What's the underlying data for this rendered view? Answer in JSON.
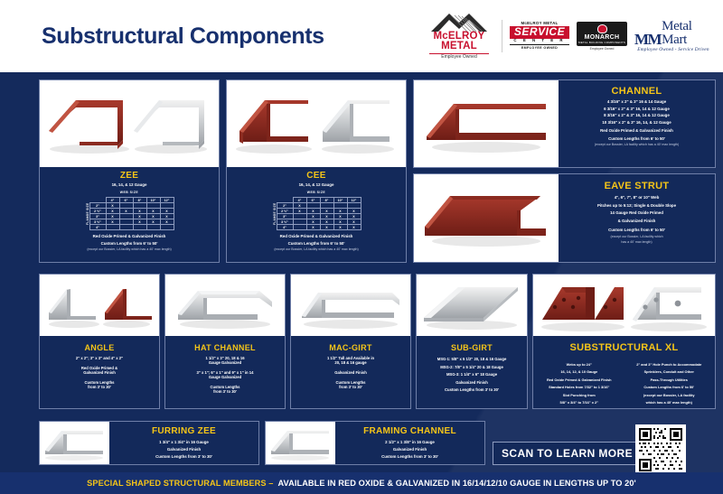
{
  "header": {
    "title": "Substructural Components",
    "logos": {
      "mcelroy": {
        "name1": "McELROY",
        "name2": "METAL",
        "sub": "Employee Owned"
      },
      "service": {
        "top": "McELROY METAL",
        "band": "SERVICE",
        "mid": "C E N T E R",
        "bottom": "EMPLOYEE OWNED"
      },
      "monarch": {
        "name": "MONARCH",
        "tagline": "METAL BUILDING COMPONENTS",
        "sub": "Employee Owned"
      },
      "metalmart": {
        "mono": "MM",
        "name": "Metal Mart",
        "tagline": "Employee Owned  -  Service Driven"
      }
    }
  },
  "products": {
    "zee": {
      "title": "ZEE",
      "gauge": "16, 14, & 12 Gauge",
      "web_size_label": "WEB SIZE",
      "flange_size_label": "FLANGE SIZE",
      "web_headers": [
        "4\"",
        "6\"",
        "8\"",
        "10\"",
        "12\""
      ],
      "flange_rows": [
        "2\"",
        "2 ½\"",
        "3\"",
        "3 ½\"",
        "4\""
      ],
      "matrix": [
        [
          "X",
          "",
          "",
          "",
          ""
        ],
        [
          "X",
          "X",
          "X",
          "X",
          "X"
        ],
        [
          "X",
          "",
          "X",
          "X",
          "X"
        ],
        [
          "X",
          "",
          "X",
          "X",
          "X"
        ],
        [
          "",
          "",
          "",
          "",
          ""
        ]
      ],
      "finish": "Red Oxide Primed & Galvanized Finish",
      "lengths": "Custom Lengths from 6' to 50'",
      "note": "(except our Bossier, LA facility which has a 40' max length)"
    },
    "cee": {
      "title": "CEE",
      "gauge": "16, 14, & 12 Gauge",
      "web_size_label": "WEB SIZE",
      "flange_size_label": "FLANGE SIZE",
      "web_headers": [
        "4\"",
        "6\"",
        "8\"",
        "10\"",
        "12\""
      ],
      "flange_rows": [
        "2\"",
        "2 ½\"",
        "3\"",
        "3 ½\"",
        "4\""
      ],
      "matrix": [
        [
          "X",
          "",
          "",
          "",
          ""
        ],
        [
          "X",
          "X",
          "X",
          "X",
          "X"
        ],
        [
          "",
          "X",
          "X",
          "X",
          "X"
        ],
        [
          "",
          "X",
          "X",
          "X",
          "X"
        ],
        [
          "",
          "X",
          "X",
          "X",
          "X"
        ]
      ],
      "finish": "Red Oxide Primed & Galvanized Finish",
      "lengths": "Custom Lengths from 6' to 50'",
      "note": "(except our Bossier, LA facility which has a 40' max length)"
    },
    "channel": {
      "title": "CHANNEL",
      "specs": [
        "4 3/16\" x 2\" & 3\" 16 & 14 Gauge",
        "6 3/16\" x 2\" & 3\" 16, 14 & 12 Gauge",
        "8 3/16\" x 2\" & 3\" 16, 14 & 12 Gauge",
        "10 3/16\" x 2\" & 3\" 16, 14, & 12 Gauge"
      ],
      "finish": "Red Oxide Primed & Galvanized Finish",
      "lengths": "Custom Lengths from 6' to 50'",
      "note": "(except our Bossier, LA facility which has a 40' max length)"
    },
    "eave_strut": {
      "title": "EAVE STRUT",
      "specs": [
        "4\", 6\", 7\", 8\" or 10\" Web",
        "Pitches up to 5:12; Single & Double Slope",
        "14 Gauge Red Oxide Primed",
        "&  Galvanized Finish"
      ],
      "lengths": "Custom Lengths from 6' to 50'",
      "note1": "(except our Bossier, LA facility which",
      "note2": "has a 40' max length)"
    },
    "angle": {
      "title": "ANGLE",
      "specs": [
        "2\" x 2\"; 3\" x 3\" and 4\" x 2\""
      ],
      "finish1": "Red Oxide Primed &",
      "finish2": "Galvanized Finish",
      "lengths1": "Custom Lengths",
      "lengths2": "from 3' to 30'"
    },
    "hat_channel": {
      "title": "HAT CHANNEL",
      "spec1a": "1 1/2\" x 3\" 20, 18 & 16",
      "spec1b": "Gauge Galvanized",
      "spec2a": "3\" x 1\"; 6\" x 1\" and 9\" x 1\" in 14",
      "spec2b": "Gauge Galvanized",
      "lengths1": "Custom Lengths",
      "lengths2": "from 3' to 30'"
    },
    "mac_girt": {
      "title": "MAC-GIRT",
      "spec1a": "1 1/2\" Tall and Available in",
      "spec1b": "20, 18 & 16 gauge",
      "finish": "Galvanized Finish",
      "lengths1": "Custom Lengths",
      "lengths2": "from 3' to 30'"
    },
    "sub_girt": {
      "title": "SUB-GIRT",
      "specs": [
        "MSG-1:  5/8\" x 5 1/2\"  20, 18 & 16 Gauge",
        "MSG-2: 7/8\" x 5 1/4\" 20 & 18 Gauge",
        "MSG-3: 1 1/4\" x 6\" 18 Gauge",
        "Galvanized Finish",
        "Custom Lengths from 3' to 30'"
      ]
    },
    "substructural_xl": {
      "title": "SUBSTRUCTURAL XL",
      "left_specs": [
        "Webs up to 24\"",
        "16, 14, 12, & 10 Gauge",
        "Red Oxide Primed & Galvanized Finish",
        "Standard Holes from 7/32\" to 1 3/16\"",
        "Slot Punching from",
        "5/8\" x 3/4\" to 7/16\" x 2\""
      ],
      "right_specs": [
        "2\" and 3\" Hole Punch to Accommodate",
        "Sprinklers, Conduit and Other",
        "Pass-Through Utilities",
        "Custom Lengths from 6' to 50'",
        "(except our Bossier, LA facility",
        "which has a 40' max length)"
      ]
    },
    "furring_zee": {
      "title": "FURRING ZEE",
      "spec": "1 3/4\" x 1 3/4\" in 16 Gauge",
      "finish": "Galvanized Finish",
      "lengths": "Custom Lengths from 3' to 30'"
    },
    "framing_channel": {
      "title": "FRAMING CHANNEL",
      "spec": "2 1/2\" x 1 3/8\" in 16 Gauge",
      "finish": "Galvanized Finish",
      "lengths": "Custom Lengths from 3' to 30'"
    }
  },
  "scan": {
    "label": "SCAN TO LEARN MORE",
    "qr_alt": "qr-code"
  },
  "banner": {
    "highlight": "SPECIAL SHAPED STRUCTURAL MEMBERS –",
    "rest": "AVAILABLE IN RED OXIDE & GALVANIZED IN 16/14/12/10 GAUGE IN LENGTHS UP TO 20'"
  },
  "colors": {
    "navy": "#13295a",
    "deep_navy": "#17306e",
    "gold": "#f5c518",
    "red": "#c8102e",
    "white": "#ffffff"
  }
}
